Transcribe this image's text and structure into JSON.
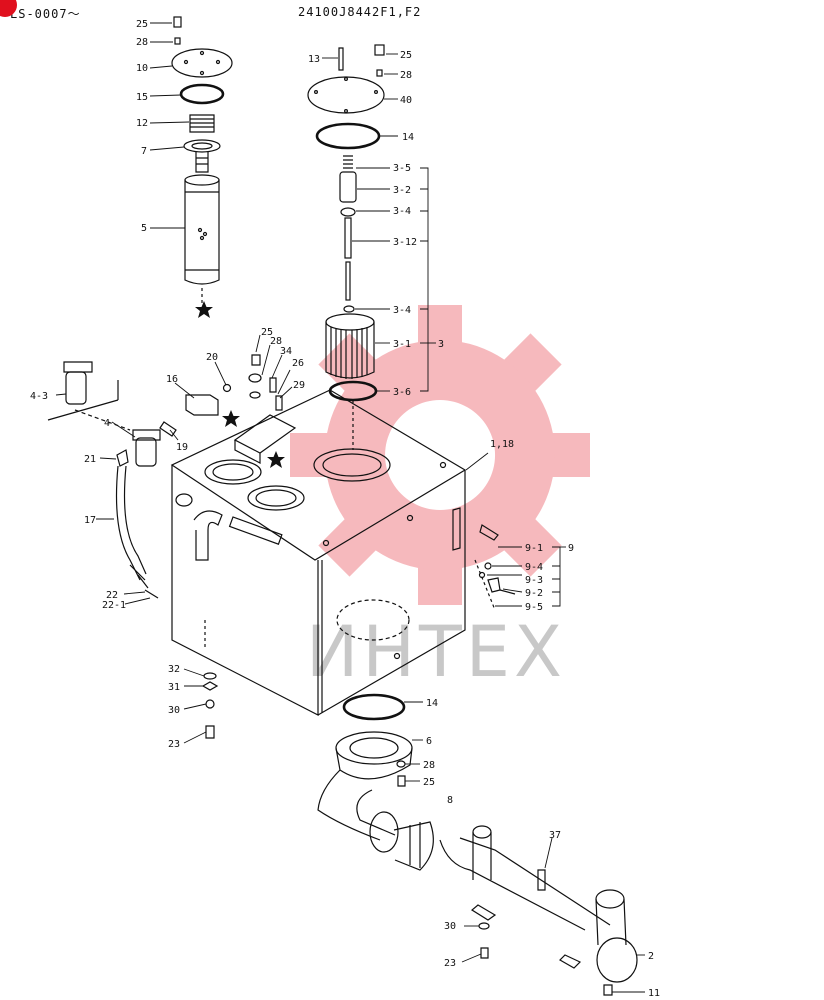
{
  "header": {
    "left_code": "LS-0007～",
    "right_code": "24100J8442F1,F2"
  },
  "watermark": {
    "text": "ИНТЕХ",
    "gear_color": "#f6b9bd",
    "text_color": "#c8c8c8"
  },
  "colors": {
    "line": "#111111",
    "badge": "#e0101e"
  },
  "callouts": {
    "c25a": "25",
    "c28a": "28",
    "c10": "10",
    "c15": "15",
    "c12": "12",
    "c7": "7",
    "c5": "5",
    "c13": "13",
    "c25b": "25",
    "c28b": "28",
    "c40": "40",
    "c14a": "14",
    "c3_5": "3-5",
    "c3_2": "3-2",
    "c3_4a": "3-4",
    "c3_12": "3-12",
    "c3_4b": "3-4",
    "c3_1": "3-1",
    "c3": "3",
    "c3_6": "3-6",
    "c25c": "25",
    "c28c": "28",
    "c34": "34",
    "c26": "26",
    "c29": "29",
    "c20": "20",
    "c16": "16",
    "c4_3": "4-3",
    "c4": "4",
    "c19": "19",
    "c21": "21",
    "c17": "17",
    "c22": "22",
    "c22_1": "22-1",
    "c1_18": "1,18",
    "c9_1": "9-1",
    "c9": "9",
    "c9_4": "9-4",
    "c9_3": "9-3",
    "c9_2": "9-2",
    "c9_5": "9-5",
    "c32": "32",
    "c31": "31",
    "c30a": "30",
    "c23a": "23",
    "c14b": "14",
    "c6": "6",
    "c28d": "28",
    "c25d": "25",
    "c8": "8",
    "c37": "37",
    "c30b": "30",
    "c23b": "23",
    "c2": "2",
    "c11": "11"
  }
}
